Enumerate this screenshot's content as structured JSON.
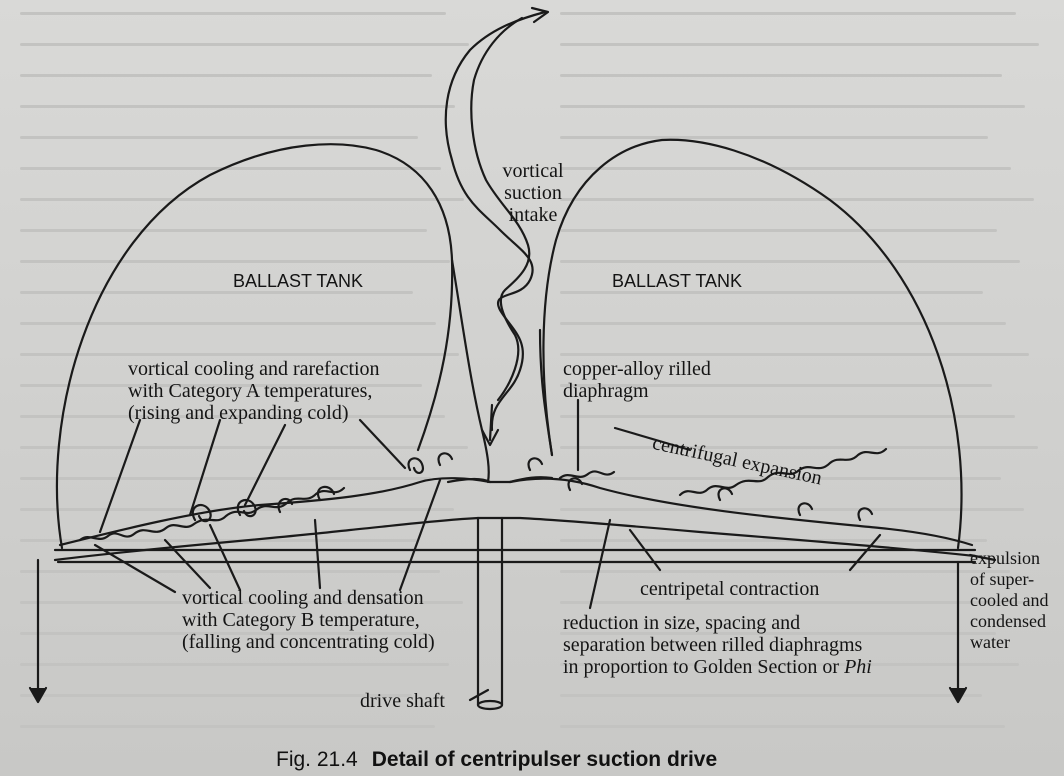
{
  "labels": {
    "vortical_suction_intake": [
      "vortical",
      "suction",
      "intake"
    ],
    "ballast_tank_left": "BALLAST TANK",
    "ballast_tank_right": "BALLAST TANK",
    "cooling_rarefaction": [
      "vortical cooling and rarefaction",
      "with Category A temperatures,",
      "(rising and expanding cold)"
    ],
    "copper_alloy": [
      "copper-alloy rilled",
      "diaphragm"
    ],
    "centrifugal_expansion": "centrifugal expansion",
    "cooling_densation": [
      "vortical cooling and densation",
      "with Category B temperature,",
      "(falling and concentrating cold)"
    ],
    "centripetal_contraction": "centripetal contraction",
    "reduction": [
      "reduction in size, spacing and",
      "separation between rilled diaphragms",
      "in proportion to Golden Section or "
    ],
    "phi": "Phi",
    "expulsion": [
      "expulsion",
      "of super-",
      "cooled and",
      "condensed",
      "water"
    ],
    "drive_shaft": "drive shaft"
  },
  "caption": {
    "figure": "Fig. 21.4",
    "title": "Detail of centripulser suction drive"
  }
}
